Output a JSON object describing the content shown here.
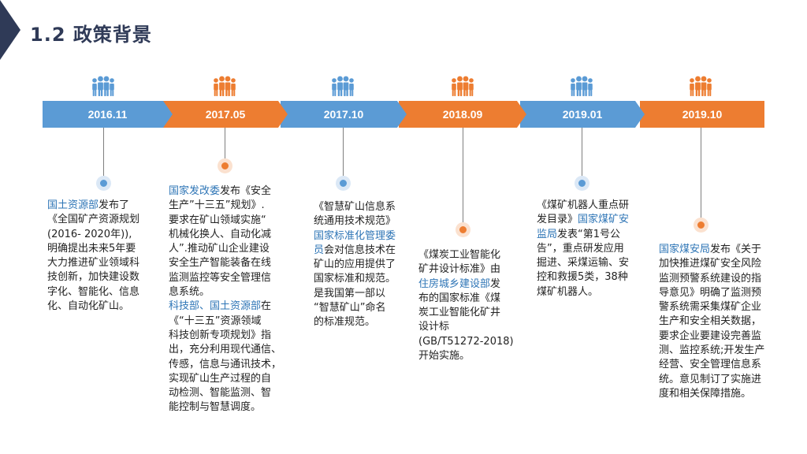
{
  "header": {
    "title": "1.2 政策背景"
  },
  "colors": {
    "blue": "#5b9bd5",
    "orange": "#ed7d31",
    "highlight": "#2e75b6",
    "title": "#2f3a57"
  },
  "timeline": [
    {
      "date": "2016.11",
      "color": "blue",
      "icon": "people-group-icon",
      "segments": [
        {
          "t": "国土资源部",
          "hl": true
        },
        {
          "t": "发布了\n《全国矿产资源规划\n(2016- 2020年)),\n明确提出未来5年要\n大力推进矿业领域科\n技创新，加快建设数\n字化、智能化、信息\n化、自动化矿山。"
        }
      ]
    },
    {
      "date": "2017.05",
      "color": "orange",
      "icon": "people-group-icon",
      "segments": [
        {
          "t": "国家发改委",
          "hl": true
        },
        {
          "t": "发布《安全\n生产”十三五”规划》.\n要求在矿山领域实施“\n机械化换人、自动化减\n人”.推动矿山企业建设\n安全生产智能装备在线\n监测监控等安全管理信\n息系统。\n"
        },
        {
          "t": "科技部、国土资源部",
          "hl": true
        },
        {
          "t": "在\n《“十三五”资源领域\n科技创新专项规划》指\n出，充分利用现代通信、\n传感，信息与通讯技术，\n实现矿山生产过程的自\n动检测、智能监测、智\n能控制与智慧调度。"
        }
      ]
    },
    {
      "date": "2017.10",
      "color": "blue",
      "icon": "people-group-icon",
      "segments": [
        {
          "t": "《智慧矿山信息系\n统通用技术规范》\n"
        },
        {
          "t": "国家标准化管理委\n员",
          "hl": true
        },
        {
          "t": "会对信息技术在\n矿山的应用提供了\n国家标准和规范。\n是我国第一部以\n“智慧矿山”命名\n的标准规范。"
        }
      ]
    },
    {
      "date": "2018.09",
      "color": "orange",
      "icon": "people-group-icon",
      "segments": [
        {
          "t": "《煤炭工业智能化\n矿井设计标准》由\n"
        },
        {
          "t": "住房城乡建设部",
          "hl": true
        },
        {
          "t": "发\n布的国家标准《煤\n炭工业智能化矿井\n设计标\n(GB/T51272-2018)\n开始实施。"
        }
      ]
    },
    {
      "date": "2019.01",
      "color": "blue",
      "icon": "people-group-icon",
      "segments": [
        {
          "t": "《煤矿机器人重点研\n发目录》"
        },
        {
          "t": "国家煤矿安\n监局",
          "hl": true
        },
        {
          "t": "发表“第1号公\n告”，重点研发应用\n掘进、采煤运输、安\n控和救援5类，38种\n煤矿机器人。"
        }
      ]
    },
    {
      "date": "2019.10",
      "color": "orange",
      "icon": "people-group-icon",
      "segments": [
        {
          "t": "国家煤安局",
          "hl": true
        },
        {
          "t": "发布《关于\n加快推进煤矿安全风险\n监测预警系统建设的指\n导意见》明确了监测预\n警系统需采集煤矿企业\n生产和安全相关数据，\n要求企业要建设完善监\n测、监控系统;开发生产\n经营、安全管理信息系\n统。意见制订了实施进\n度和相关保障措施。"
        }
      ]
    }
  ]
}
